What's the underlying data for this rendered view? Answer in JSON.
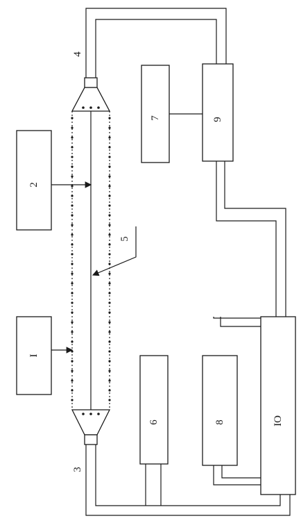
{
  "diagram": {
    "labels": {
      "box_1": "I",
      "box_2": "2",
      "port_3": "3",
      "port_4": "4",
      "pointer_5": "5",
      "box_6": "6",
      "box_7": "7",
      "box_8": "8",
      "box_9": "9",
      "box_10": "IO"
    },
    "colors": {
      "ink": "#1a1a1a",
      "paper": "#ffffff"
    }
  }
}
